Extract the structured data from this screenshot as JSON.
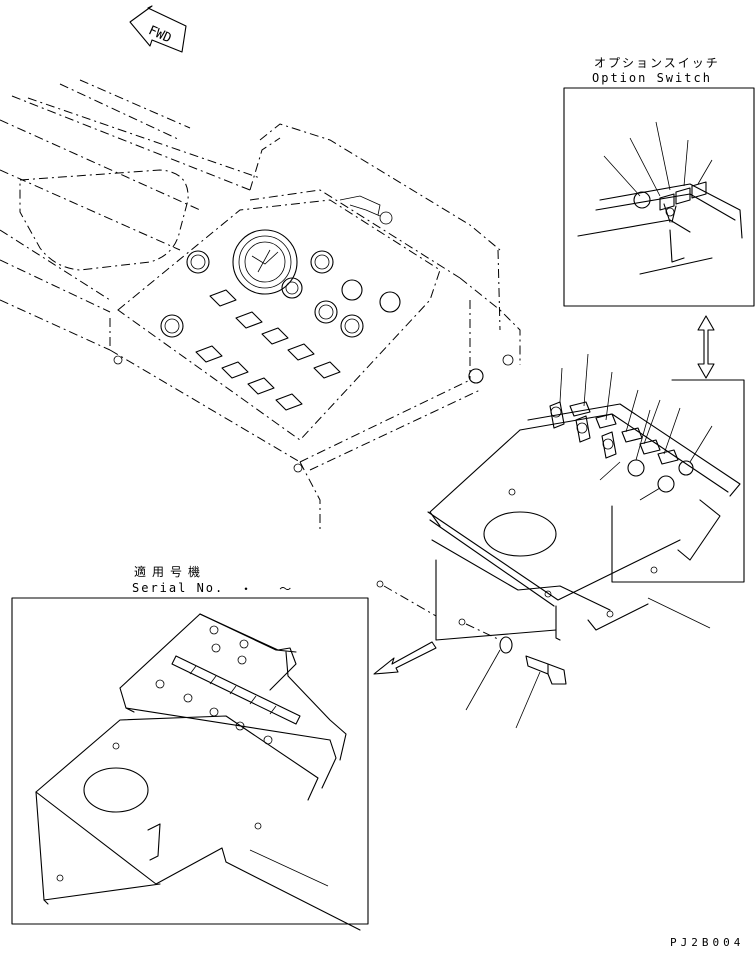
{
  "fwd_label": "FWD",
  "option_title_jp": "オプションスイッチ",
  "option_title_en": "Option Switch",
  "serial_title_jp": "適用号機",
  "serial_title_en": "Serial No.",
  "serial_range": "・ ～",
  "drawing_code": "PJ2B004"
}
